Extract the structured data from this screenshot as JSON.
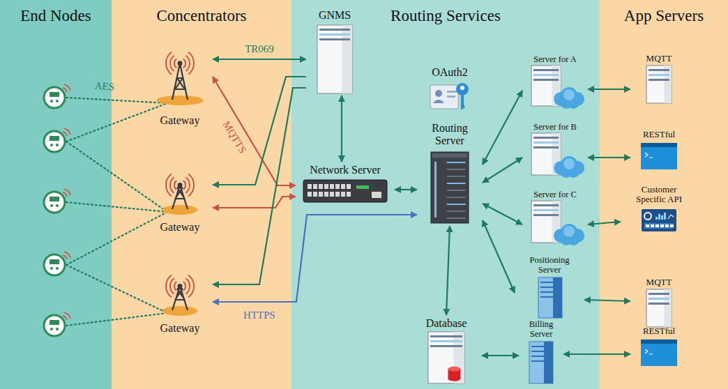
{
  "diagram": {
    "nodes": [
      {
        "text": [
          "End Nodes"
        ]
      },
      {
        "text": [
          "Concentrators"
        ]
      },
      {
        "text": [
          "Routing Services"
        ]
      },
      {
        "text": [
          "App Servers"
        ]
      },
      {
        "text": [
          "Gateway"
        ],
        "in": 1
      },
      {
        "text": [
          "Gateway"
        ],
        "in": 1
      },
      {
        "text": [
          "Gateway"
        ],
        "in": 1
      },
      {
        "text": [
          "GNMS"
        ],
        "in": 2
      },
      {
        "text": [
          "OAuth2"
        ],
        "in": 2
      },
      {
        "text": [
          "Network Server"
        ],
        "in": 2
      },
      {
        "text": [
          "Routing Server"
        ],
        "in": 2
      },
      {
        "text": [
          "Database"
        ],
        "in": 2
      },
      {
        "text": [
          "Server for A"
        ],
        "in": 2
      },
      {
        "text": [
          "Server for B"
        ],
        "in": 2
      },
      {
        "text": [
          "Server for C"
        ],
        "in": 2
      },
      {
        "text": [
          "Positioning Server"
        ],
        "in": 2
      },
      {
        "text": [
          "Billing Server"
        ],
        "in": 2
      },
      {
        "text": [
          "MQTT"
        ],
        "in": 3
      },
      {
        "text": [
          "RESTful"
        ],
        "in": 3
      },
      {
        "text": [
          "Customer Specific API"
        ],
        "in": 3
      },
      {
        "text": [
          "MQTT"
        ],
        "in": 3
      },
      {
        "text": [
          "RESTful"
        ],
        "in": 3
      }
    ],
    "edges": [
      {
        "from": 4,
        "to": 7,
        "label": "TR069",
        "arrow": "both"
      },
      {
        "from": 9,
        "to": 4,
        "label": "MQTTS",
        "arrow": "both"
      },
      {
        "from": 7,
        "to": 5,
        "arrow": "to"
      },
      {
        "from": 9,
        "to": 5,
        "arrow": "both"
      },
      {
        "from": 7,
        "to": 6,
        "arrow": "to"
      },
      {
        "from": 10,
        "to": 6,
        "label": "HTTPS",
        "arrow": "both"
      },
      {
        "from": 7,
        "to": 9,
        "arrow": "both"
      },
      {
        "from": 9,
        "to": 10,
        "arrow": "both"
      },
      {
        "from": 10,
        "to": 12,
        "arrow": "both"
      },
      {
        "from": 10,
        "to": 13,
        "arrow": "both"
      },
      {
        "from": 10,
        "to": 14,
        "arrow": "both"
      },
      {
        "from": 10,
        "to": 15,
        "arrow": "both"
      },
      {
        "from": 10,
        "to": 11,
        "arrow": "both"
      },
      {
        "from": 11,
        "to": 16,
        "arrow": "both"
      },
      {
        "from": 12,
        "to": 17,
        "arrow": "both"
      },
      {
        "from": 13,
        "to": 18,
        "arrow": "both"
      },
      {
        "from": 14,
        "to": 19,
        "arrow": "both"
      },
      {
        "from": 15,
        "to": 20,
        "arrow": "both"
      },
      {
        "from": 16,
        "to": 21,
        "arrow": "both"
      }
    ],
    "labels": [
      "AES"
    ]
  }
}
